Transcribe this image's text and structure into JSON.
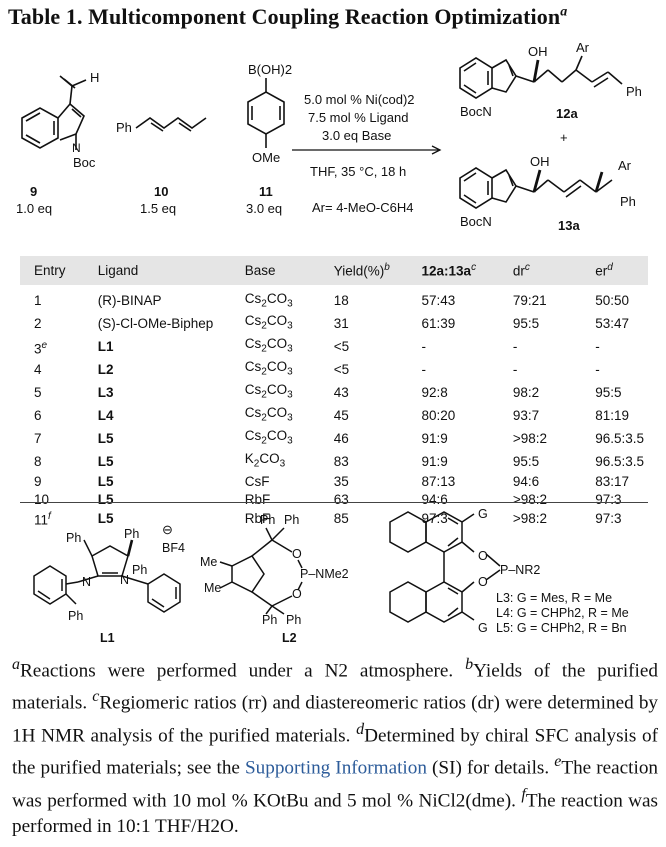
{
  "title": {
    "text": "Table 1. Multicomponent Coupling Reaction Optimization",
    "sup": "a"
  },
  "scheme": {
    "h_label": "H",
    "boc_label": "Boc",
    "n_label": "N",
    "ph_label": "Ph",
    "boh2_label": "B(OH)2",
    "ome_label": "OMe",
    "c9": {
      "num": "9",
      "eq": "1.0 eq"
    },
    "c10": {
      "num": "10",
      "eq": "1.5 eq"
    },
    "c11": {
      "num": "11",
      "eq": "3.0 eq"
    },
    "conditions": [
      "5.0 mol % Ni(cod)2",
      "7.5 mol % Ligand",
      "3.0 eq Base"
    ],
    "conditions2": "THF, 35 °C, 18 h",
    "ar_def": "Ar= 4-MeO-C6H4",
    "p12a": "12a",
    "p13a": "13a",
    "plus": "+",
    "oh_label": "OH",
    "ar_label": "Ar",
    "bocn_label": "BocN"
  },
  "table": {
    "headers": [
      "Entry",
      "Ligand",
      "Base",
      "Yield(%)",
      "12a:13a",
      "dr",
      "er"
    ],
    "header_sups": [
      "",
      "",
      "",
      "b",
      "c",
      "c",
      "d"
    ],
    "rows": [
      {
        "entry": "1",
        "esup": "",
        "ligand": "(R)-BINAP",
        "lb": false,
        "base": "Cs2CO3",
        "yield": "18",
        "ratio": "57:43",
        "dr": "79:21",
        "er": "50:50"
      },
      {
        "entry": "2",
        "esup": "",
        "ligand": "(S)-Cl-OMe-Biphep",
        "lb": false,
        "base": "Cs2CO3",
        "yield": "31",
        "ratio": "61:39",
        "dr": "95:5",
        "er": "53:47"
      },
      {
        "entry": "3",
        "esup": "e",
        "ligand": "L1",
        "lb": true,
        "base": "Cs2CO3",
        "yield": "<5",
        "ratio": "-",
        "dr": "-",
        "er": "-"
      },
      {
        "entry": "4",
        "esup": "",
        "ligand": "L2",
        "lb": true,
        "base": "Cs2CO3",
        "yield": "<5",
        "ratio": "-",
        "dr": "-",
        "er": "-"
      },
      {
        "entry": "5",
        "esup": "",
        "ligand": "L3",
        "lb": true,
        "base": "Cs2CO3",
        "yield": "43",
        "ratio": "92:8",
        "dr": "98:2",
        "er": "95:5"
      },
      {
        "entry": "6",
        "esup": "",
        "ligand": "L4",
        "lb": true,
        "base": "Cs2CO3",
        "yield": "45",
        "ratio": "80:20",
        "dr": "93:7",
        "er": "81:19"
      },
      {
        "entry": "7",
        "esup": "",
        "ligand": "L5",
        "lb": true,
        "base": "Cs2CO3",
        "yield": "46",
        "ratio": "91:9",
        "dr": ">98:2",
        "er": "96.5:3.5"
      },
      {
        "entry": "8",
        "esup": "",
        "ligand": "L5",
        "lb": true,
        "base": "K2CO3",
        "yield": "83",
        "ratio": "91:9",
        "dr": "95:5",
        "er": "96.5:3.5"
      },
      {
        "entry": "9",
        "esup": "",
        "ligand": "L5",
        "lb": true,
        "base": "CsF",
        "yield": "35",
        "ratio": "87:13",
        "dr": "94:6",
        "er": "83:17"
      },
      {
        "entry": "10",
        "esup": "",
        "ligand": "L5",
        "lb": true,
        "base": "RbF",
        "yield": "63",
        "ratio": "94:6",
        "dr": ">98:2",
        "er": "97:3"
      },
      {
        "entry": "11",
        "esup": "f",
        "ligand": "L5",
        "lb": true,
        "base": "RbF",
        "yield": "85",
        "ratio": "97:3",
        "dr": ">98:2",
        "er": "97:3"
      }
    ]
  },
  "ligands": {
    "l1": "L1",
    "l2": "L2",
    "ph": "Ph",
    "bf4": "BF4",
    "minus": "⊖",
    "nplus": "N",
    "nme2": "P–NMe2",
    "nr2": "P–NR2",
    "me": "Me",
    "g": "G",
    "o": "O",
    "p": "P",
    "l3_def": "L3: G = Mes, R = Me",
    "l4_def": "L4: G = CHPh2, R = Me",
    "l5_def": "L5: G = CHPh2, R = Bn"
  },
  "footnotes": {
    "a": "Reactions were performed under a N2 atmosphere.",
    "b": "Yields of the purified materials.",
    "c": "Regiomeric ratios (rr) and diastereomeric ratios (dr) were determined by 1H NMR analysis of the purified materials.",
    "d_pre": "Determined by chiral SFC analysis of the purified materials; see the",
    "d_link": "Supporting Information",
    "d_post": "(SI) for details.",
    "e": "The reaction was performed with 10 mol % KOtBu and 5 mol % NiCl2(dme).",
    "f": "The reaction was performed in 10:1 THF/H2O."
  }
}
